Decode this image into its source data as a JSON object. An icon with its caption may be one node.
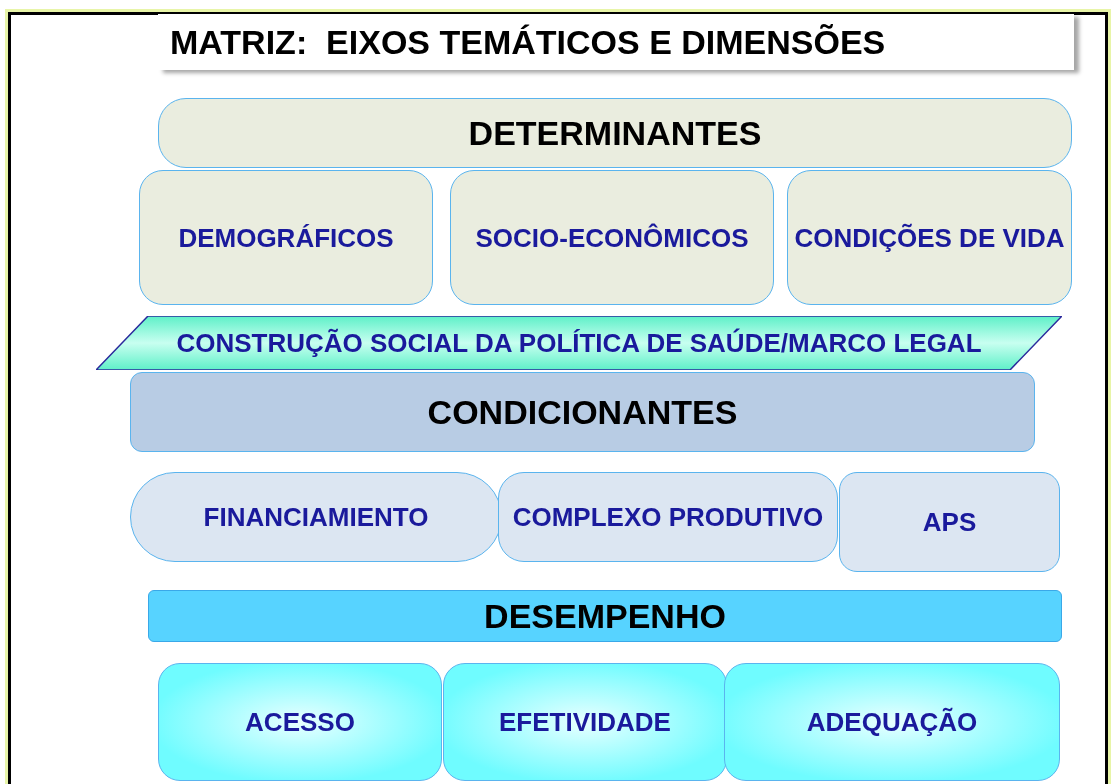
{
  "diagram": {
    "title": "MATRIZ:  EIXOS TEMÁTICOS E DIMENSÕES",
    "nodes": [
      {
        "text": [
          "DETERMINANTES"
        ]
      },
      {
        "text": [
          "DEMOGRÁFICOS"
        ]
      },
      {
        "text": [
          "SOCIO-ECONÔMICOS"
        ]
      },
      {
        "text": [
          "CONDIÇÕES DE VIDA"
        ]
      },
      {
        "text": [
          "CONSTRUÇÃO SOCIAL DA POLÍTICA DE SAÚDE/MARCO LEGAL"
        ]
      },
      {
        "text": [
          "CONDICIONANTES"
        ]
      },
      {
        "text": [
          "FINANCIAMIENTO"
        ]
      },
      {
        "text": [
          "COMPLEXO PRODUTIVO"
        ]
      },
      {
        "text": [
          "APS"
        ]
      },
      {
        "text": [
          "DESEMPENHO"
        ]
      },
      {
        "text": [
          "ACESSO"
        ]
      },
      {
        "text": [
          "EFETIVIDADE"
        ]
      },
      {
        "text": [
          "ADEQUAÇÃO"
        ]
      }
    ]
  }
}
